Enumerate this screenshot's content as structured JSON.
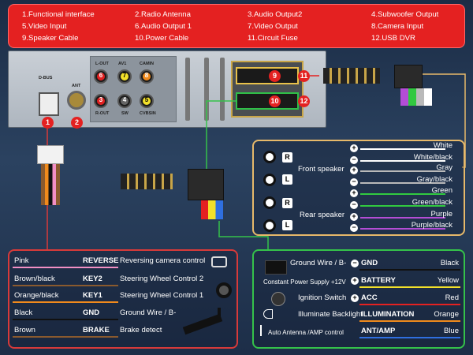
{
  "legend": {
    "items": [
      "1.Functional interface",
      "2.Radio Antenna",
      "3.Audio Output2",
      "4.Subwoofer Output",
      "5.Video Input",
      "6.Audio Output 1",
      "7.Video Output",
      "8.Camera Input",
      "9.Speaker Cable",
      "10.Power Cable",
      "11.Circuit Fuse",
      "12.USB DVR"
    ]
  },
  "unit": {
    "dbus": "D-BUS",
    "ant": "ANT",
    "lout": "L-OUT",
    "rout": "R-OUT",
    "av1": "AV1",
    "sw": "SW",
    "camin": "CAMIN",
    "cvbsin": "CVBSIN",
    "rca_numbers": [
      "6",
      "7",
      "8",
      "3",
      "4",
      "5"
    ],
    "port_numbers": [
      "9",
      "10",
      "11",
      "12"
    ],
    "badges": [
      "1",
      "2"
    ]
  },
  "speakers": {
    "front_label": "Front speaker",
    "rear_label": "Rear speaker",
    "rows": [
      {
        "sign": "+",
        "color": "White",
        "side": "R"
      },
      {
        "sign": "−",
        "color": "White/black",
        "side": ""
      },
      {
        "sign": "+",
        "color": "Gray",
        "side": "L"
      },
      {
        "sign": "−",
        "color": "Gray/black",
        "side": ""
      },
      {
        "sign": "+",
        "color": "Green",
        "side": "R"
      },
      {
        "sign": "−",
        "color": "Green/black",
        "side": ""
      },
      {
        "sign": "+",
        "color": "Purple",
        "side": "L"
      },
      {
        "sign": "−",
        "color": "Purple/black",
        "side": ""
      }
    ],
    "wire_colors": [
      "#ffffff",
      "#ffffff",
      "#b9b9b9",
      "#b9b9b9",
      "#31c940",
      "#31c940",
      "#b44dd6",
      "#b44dd6"
    ]
  },
  "control": {
    "rows": [
      {
        "color": "Pink",
        "code": "REVERSE",
        "func": "Reversing camera control",
        "line": "#f28fc4"
      },
      {
        "color": "Brown/black",
        "code": "KEY2",
        "func": "Steering Wheel Control 2",
        "line": "#8a5a2e"
      },
      {
        "color": "Orange/black",
        "code": "KEY1",
        "func": "Steering Wheel Control 1",
        "line": "#f08a1c"
      },
      {
        "color": "Black",
        "code": "GND",
        "func": "Ground Wire / B-",
        "line": "#111111"
      },
      {
        "color": "Brown",
        "code": "BRAKE",
        "func": "Brake detect",
        "line": "#8a5a2e"
      }
    ]
  },
  "power": {
    "rows": [
      {
        "label": "Ground Wire / B-",
        "sign": "−",
        "code": "GND",
        "color": "Black",
        "line": "#111111"
      },
      {
        "label": "Constant Power Supply +12V",
        "sign": "+",
        "code": "BATTERY",
        "color": "Yellow",
        "line": "#f2e02a"
      },
      {
        "label": "Ignition Switch",
        "sign": "+",
        "code": "ACC",
        "color": "Red",
        "line": "#e42121"
      },
      {
        "label": "Illuminate Backlight",
        "sign": "",
        "code": "ILLUMINATION",
        "color": "Orange",
        "line": "#f08a1c"
      },
      {
        "label": "Auto Antenna /AMP control",
        "sign": "",
        "code": "ANT/AMP",
        "color": "Blue",
        "line": "#2f6fe0"
      }
    ]
  }
}
